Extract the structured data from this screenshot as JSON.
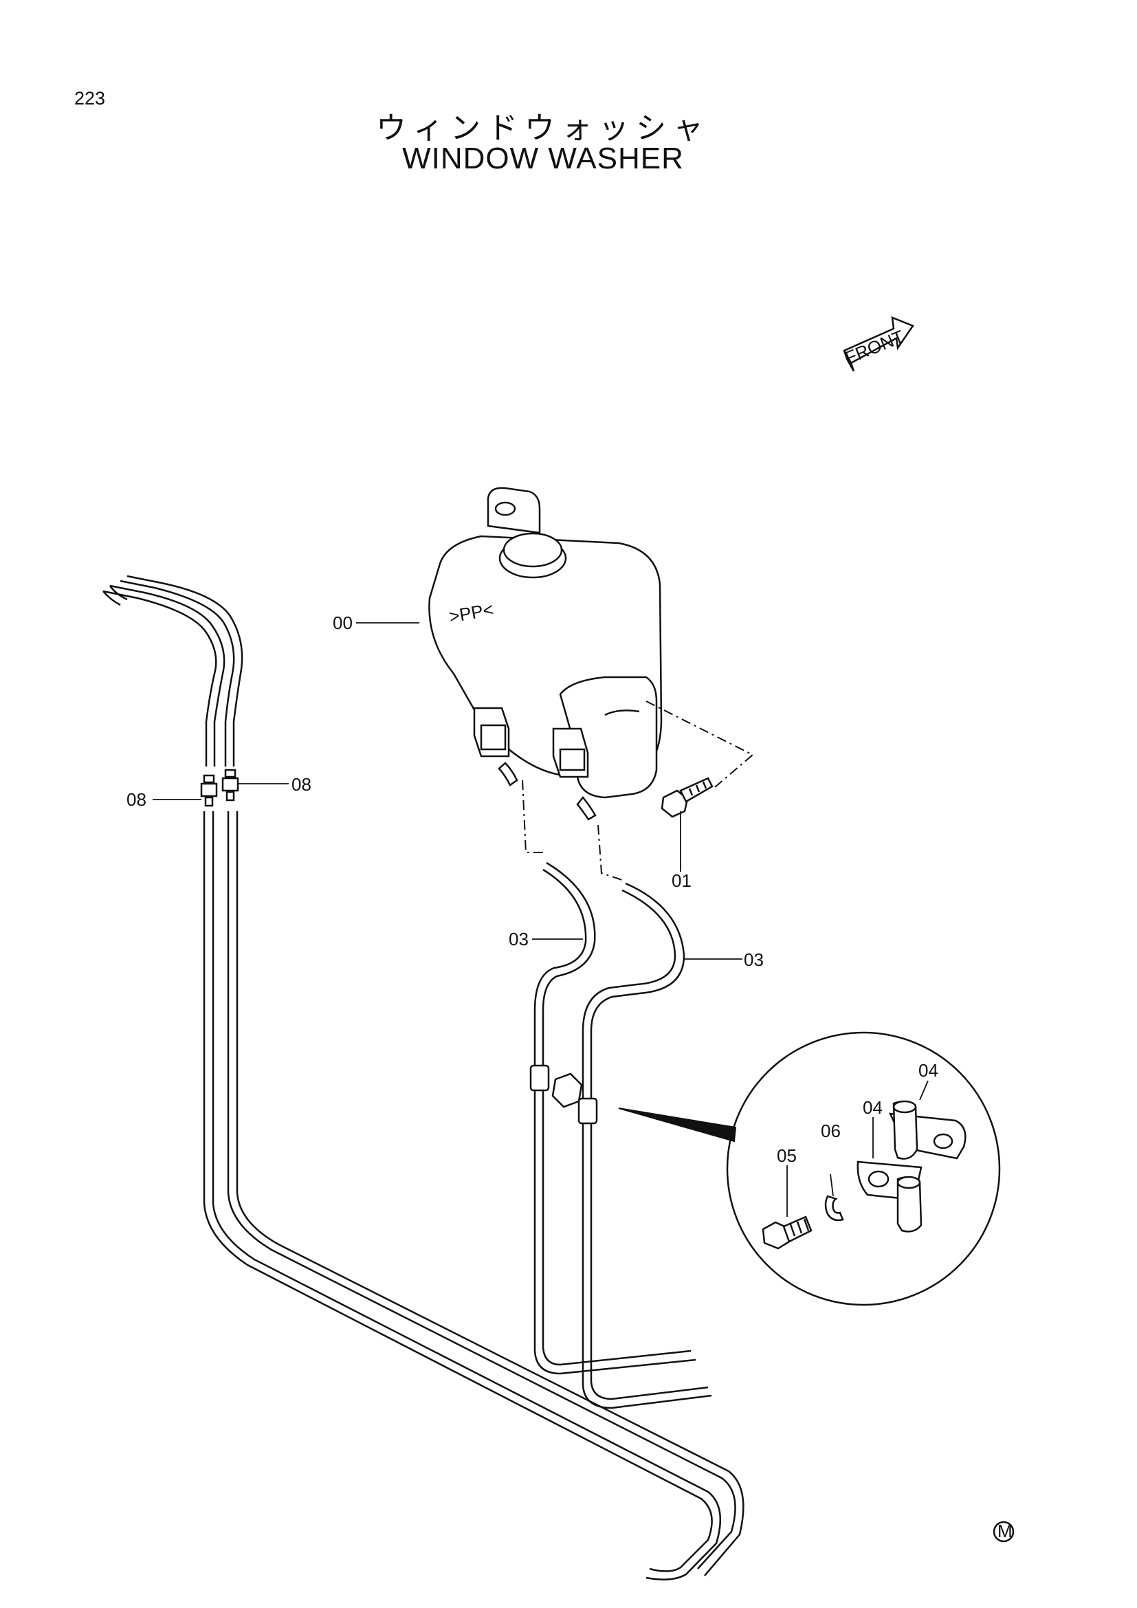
{
  "page_number": "223",
  "title_jp": "ウィンドウォッシャ",
  "title_en": "WINDOW WASHER",
  "front_marker": "FRONT",
  "part_callouts": {
    "tank": "00",
    "bolt": "01",
    "hose_left": "03",
    "hose_right": "03",
    "clamp_upper": "04",
    "clamp_lower": "04",
    "detail_bolt": "05",
    "washer": "06",
    "connector_left": "08",
    "connector_right": "08"
  },
  "tank_marking": ">PP<",
  "corner_mark": "M"
}
